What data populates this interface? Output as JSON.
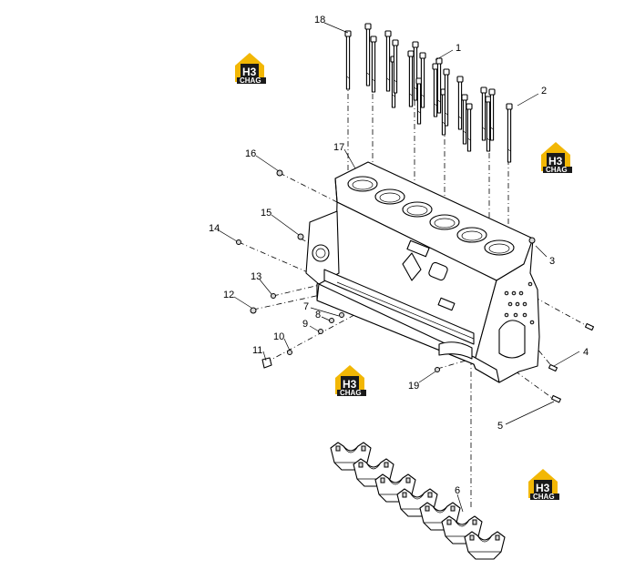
{
  "callouts": [
    {
      "id": "1",
      "label": "1"
    },
    {
      "id": "2",
      "label": "2"
    },
    {
      "id": "3",
      "label": "3"
    },
    {
      "id": "4",
      "label": "4"
    },
    {
      "id": "5",
      "label": "5"
    },
    {
      "id": "6",
      "label": "6"
    },
    {
      "id": "7",
      "label": "7"
    },
    {
      "id": "8",
      "label": "8"
    },
    {
      "id": "9",
      "label": "9"
    },
    {
      "id": "10",
      "label": "10"
    },
    {
      "id": "11",
      "label": "11"
    },
    {
      "id": "12",
      "label": "12"
    },
    {
      "id": "13",
      "label": "13"
    },
    {
      "id": "14",
      "label": "14"
    },
    {
      "id": "15",
      "label": "15"
    },
    {
      "id": "16",
      "label": "16"
    },
    {
      "id": "17",
      "label": "17"
    },
    {
      "id": "18",
      "label": "18"
    },
    {
      "id": "19",
      "label": "19"
    }
  ],
  "watermark": {
    "mark": "H3",
    "text": "CHAG",
    "accent": "#f2b705",
    "dark": "#1a1a1a"
  }
}
